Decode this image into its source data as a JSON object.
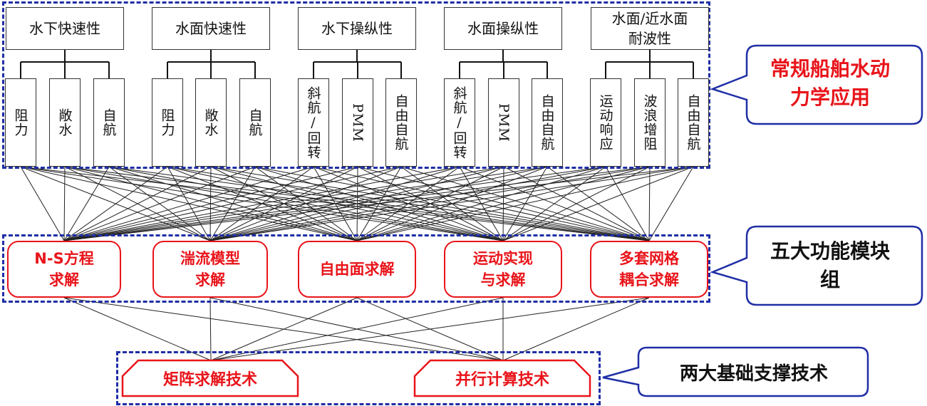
{
  "categories": [
    {
      "label": "水下快速性",
      "subs": [
        "阻力",
        "敞水",
        "自航"
      ]
    },
    {
      "label": "水面快速性",
      "subs": [
        "阻力",
        "敞水",
        "自航"
      ]
    },
    {
      "label": "水下操纵性",
      "subs": [
        "斜航/回转",
        "PMM",
        "自由自航"
      ]
    },
    {
      "label": "水面操纵性",
      "subs": [
        "斜航/回转",
        "PMM",
        "自由自航"
      ]
    },
    {
      "label": "水面/近水面\n耐波性",
      "subs": [
        "运动响应",
        "波浪增阻",
        "自由自航"
      ]
    }
  ],
  "modules": [
    "N-S方程\n求解",
    "湍流模型\n求解",
    "自由面求解",
    "运动实现\n与求解",
    "多套网格\n耦合求解"
  ],
  "techniques": [
    "矩阵求解技术",
    "并行计算技术"
  ],
  "callouts": {
    "applications": "常规船舶水动\n力学应用",
    "modules": "五大功能模块\n组",
    "techniques": "两大基础支撑技术"
  },
  "colors": {
    "dash": "#1f2ea6",
    "accent": "#e8141a",
    "callout_border": "#1f2ea6"
  }
}
